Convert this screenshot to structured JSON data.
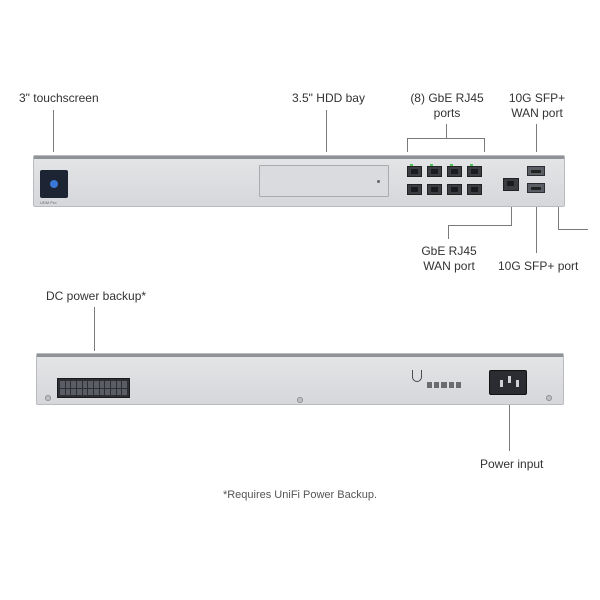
{
  "front": {
    "labels": {
      "touchscreen": "3\" touchscreen",
      "hdd": "3.5\" HDD bay",
      "rj45_line1": "(8) GbE RJ45",
      "rj45_line2": "ports",
      "sfp_top_line1": "10G SFP+",
      "sfp_top_line2": "WAN port",
      "wan_line1": "GbE RJ45",
      "wan_line2": "WAN port",
      "sfp_bottom": "10G SFP+ port"
    },
    "screen_text": "UDM Pro"
  },
  "back": {
    "labels": {
      "dc_backup": "DC power backup*",
      "power_input": "Power input"
    }
  },
  "footnote": "*Requires UniFi Power Backup.",
  "colors": {
    "chassis": "#dcdde0",
    "port_led": "#4cc45a",
    "screen_logo": "#3a78d6"
  }
}
